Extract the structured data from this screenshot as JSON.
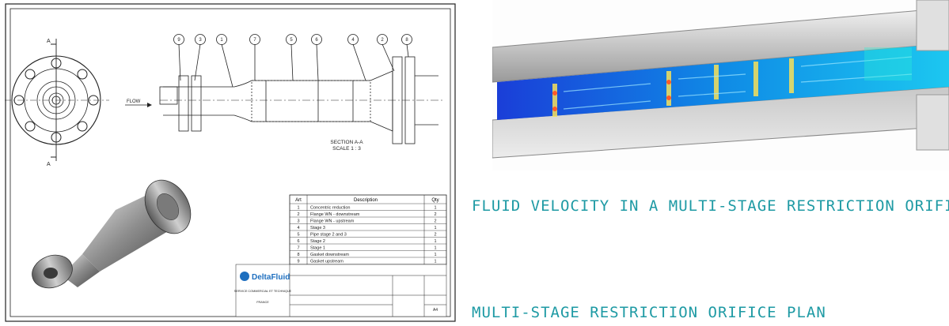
{
  "captions": {
    "velocity": "FLUID VELOCITY IN A MULTI-STAGE RESTRICTION ORIFICE",
    "plan": "MULTI-STAGE RESTRICTION ORIFICE PLAN"
  },
  "drawing": {
    "section_mark": "A",
    "flow_label": "FLOW",
    "section_title": "SECTION A-A",
    "section_scale": "SCALE 1 : 3",
    "balloons": [
      "9",
      "3",
      "1",
      "7",
      "5",
      "6",
      "4",
      "2",
      "8"
    ],
    "bom": {
      "headers": [
        "Art",
        "Description",
        "Qty"
      ],
      "rows": [
        [
          "1",
          "Concentric reduction",
          "1"
        ],
        [
          "2",
          "Flange WN - downstream",
          "2"
        ],
        [
          "3",
          "Flange WN - upstream",
          "2"
        ],
        [
          "4",
          "Stage 3",
          "1"
        ],
        [
          "5",
          "Pipe stage 2 and 3",
          "2"
        ],
        [
          "6",
          "Stage 2",
          "1"
        ],
        [
          "7",
          "Stage 1",
          "1"
        ],
        [
          "8",
          "Gasket downstream",
          "1"
        ],
        [
          "9",
          "Gasket upstream",
          "1"
        ]
      ]
    },
    "title_block": {
      "company": "DeltaFluid",
      "address": [
        "SERVICE COMMERCIAL ET TECHNIQUE",
        "FRANCE"
      ],
      "sheet_size": "A4"
    }
  }
}
